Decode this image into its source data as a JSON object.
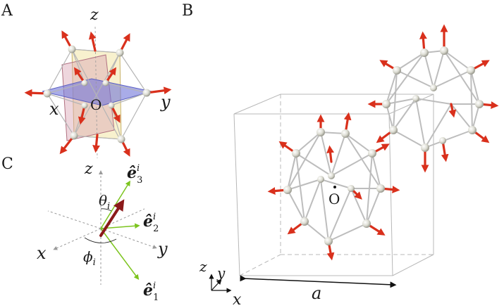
{
  "panels": {
    "a": {
      "label": "A",
      "axes": {
        "z": "z",
        "x": "x",
        "y": "y"
      },
      "origin": "O"
    },
    "b": {
      "label": "B",
      "origin": "O",
      "lattice_constant": "a",
      "axes": {
        "z": "z",
        "y": "y",
        "x": "x"
      }
    },
    "c": {
      "label": "C",
      "axes": {
        "z": "z",
        "x": "x",
        "y": "y"
      },
      "theta": "θ",
      "theta_sub": "i",
      "phi": "ϕ",
      "phi_sub": "i",
      "e_symbol": "ê",
      "e_superscript": "i",
      "e_subscripts": [
        "3",
        "2",
        "1"
      ]
    }
  },
  "colors": {
    "arrow": "#d9301c",
    "edge": "#b5b5b5",
    "atom": "#d8d8d0",
    "basis": "#7cc41e",
    "plane_yellow": "#f2e6a6",
    "plane_pink": "#d9a3b3",
    "plane_blue": "#6f74d8"
  }
}
